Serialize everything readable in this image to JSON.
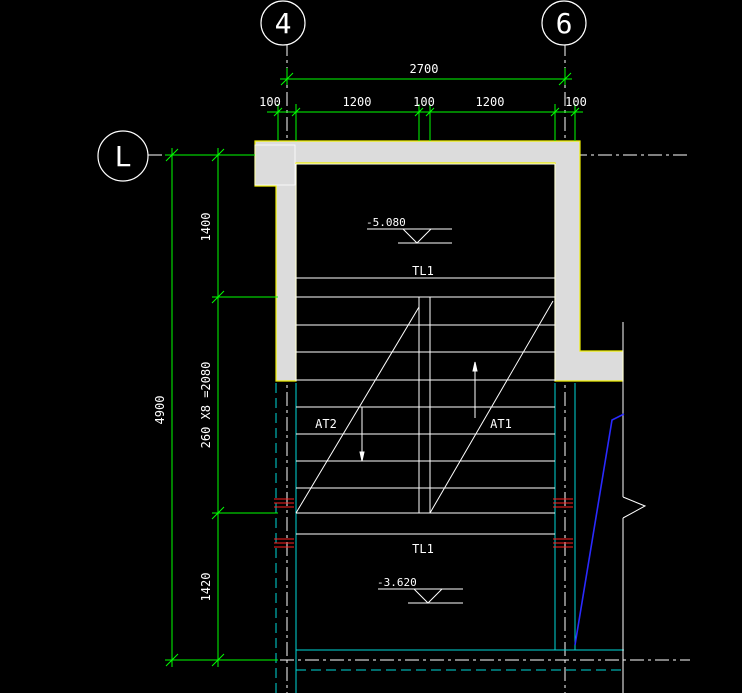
{
  "grid_bubbles": {
    "col_4": "4",
    "col_6": "6",
    "row_L": "L"
  },
  "dimensions": {
    "overall": "2700",
    "wall_left": "100",
    "flight_left": "1200",
    "middle": "100",
    "flight_right": "1200",
    "wall_right": "100",
    "landing_top": "1400",
    "steps": "260 X8 =2080",
    "landing_bottom": "1420",
    "total_depth": "4900"
  },
  "elevations": {
    "upper": "-5.080",
    "lower": "-3.620"
  },
  "beams": {
    "top": "TL1",
    "bottom": "TL1"
  },
  "stairs": {
    "left": "AT2",
    "right": "AT1"
  },
  "colors": {
    "background": "#000000",
    "wall_fill": "#dcdcdc",
    "wall_edge": "#f0f000",
    "dimension": "#00ff00",
    "linework": "#ffffff",
    "grid_dash": "#00d7d7",
    "rebar_mark": "#ff2020",
    "break_line": "#2a2aff"
  }
}
